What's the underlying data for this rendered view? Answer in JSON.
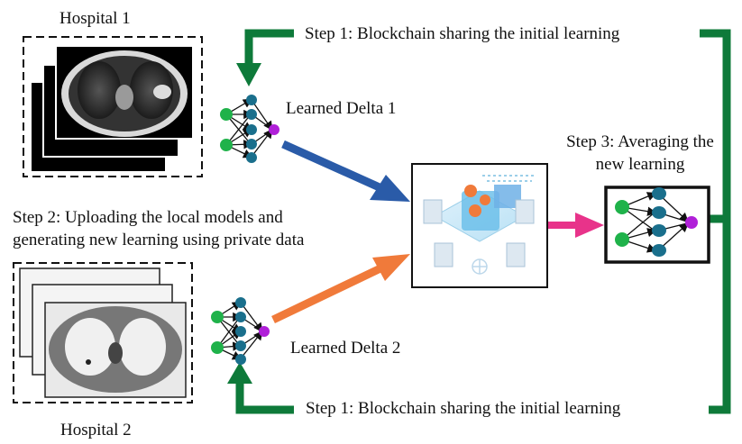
{
  "hospital1": {
    "label": "Hospital 1",
    "delta_label": "Learned Delta 1"
  },
  "hospital2": {
    "label": "Hospital 2",
    "delta_label": "Learned Delta 2"
  },
  "step1_top": "Step 1: Blockchain sharing the initial learning",
  "step1_bottom": "Step 1: Blockchain sharing the initial learning",
  "step2": {
    "line1": "Step 2: Uploading the local models and",
    "line2": "generating new learning using private data"
  },
  "step3": {
    "line1": "Step 3: Averaging the",
    "line2": "new learning"
  },
  "colors": {
    "green_loop": "#0e7a3a",
    "blue_arrow": "#2a5ba8",
    "orange_arrow": "#f07a3a",
    "pink_arrow": "#e8338a",
    "node_green": "#1fb24a",
    "node_teal": "#1a6f8c",
    "node_purple": "#b020d8"
  }
}
